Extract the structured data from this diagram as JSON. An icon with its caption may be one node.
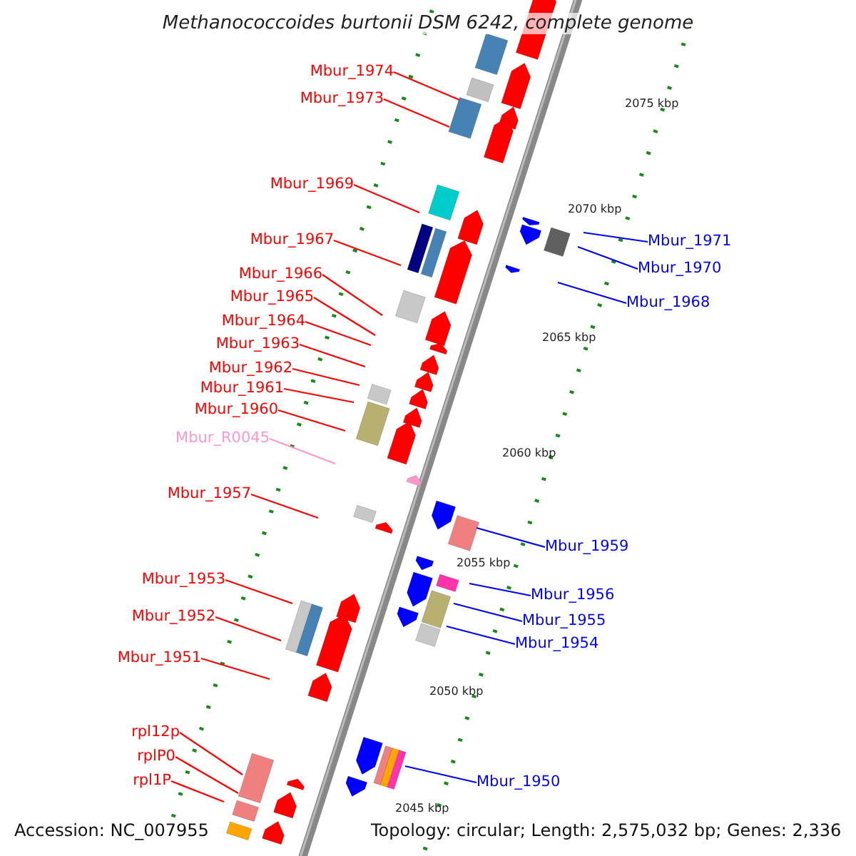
{
  "diagram": {
    "title": "Methanococcoides burtonii DSM 6242, complete genome",
    "nodes": [
      {
        "text": [
          "Mbur_1974"
        ]
      },
      {
        "text": [
          "Mbur_1973"
        ]
      },
      {
        "text": [
          "Mbur_1969"
        ]
      },
      {
        "text": [
          "Mbur_1967"
        ]
      },
      {
        "text": [
          "Mbur_1966"
        ]
      },
      {
        "text": [
          "Mbur_1965"
        ]
      },
      {
        "text": [
          "Mbur_1964"
        ]
      },
      {
        "text": [
          "Mbur_1963"
        ]
      },
      {
        "text": [
          "Mbur_1962"
        ]
      },
      {
        "text": [
          "Mbur_1961"
        ]
      },
      {
        "text": [
          "Mbur_1960"
        ]
      },
      {
        "text": [
          "Mbur_R0045"
        ]
      },
      {
        "text": [
          "Mbur_1957"
        ]
      },
      {
        "text": [
          "Mbur_1953"
        ]
      },
      {
        "text": [
          "Mbur_1952"
        ]
      },
      {
        "text": [
          "Mbur_1951"
        ]
      },
      {
        "text": [
          "rpl12p"
        ]
      },
      {
        "text": [
          "rplP0"
        ]
      },
      {
        "text": [
          "rpl1P"
        ]
      },
      {
        "text": [
          "Mbur_1971"
        ]
      },
      {
        "text": [
          "Mbur_1970"
        ]
      },
      {
        "text": [
          "Mbur_1968"
        ]
      },
      {
        "text": [
          "Mbur_1959"
        ]
      },
      {
        "text": [
          "Mbur_1956"
        ]
      },
      {
        "text": [
          "Mbur_1955"
        ]
      },
      {
        "text": [
          "Mbur_1954"
        ]
      },
      {
        "text": [
          "Mbur_1950"
        ]
      }
    ],
    "edges": [
      {
        "from": 0,
        "to": null,
        "arrow": "none"
      },
      {
        "from": 1,
        "to": null,
        "arrow": "none"
      },
      {
        "from": 2,
        "to": null,
        "arrow": "none"
      },
      {
        "from": 3,
        "to": null,
        "arrow": "none"
      },
      {
        "from": 4,
        "to": null,
        "arrow": "none"
      },
      {
        "from": 5,
        "to": null,
        "arrow": "none"
      },
      {
        "from": 6,
        "to": null,
        "arrow": "none"
      },
      {
        "from": 7,
        "to": null,
        "arrow": "none"
      },
      {
        "from": 8,
        "to": null,
        "arrow": "none"
      },
      {
        "from": 9,
        "to": null,
        "arrow": "none"
      },
      {
        "from": 10,
        "to": null,
        "arrow": "none"
      },
      {
        "from": 11,
        "to": null,
        "arrow": "none",
        "color": "#ff99cc"
      },
      {
        "from": 12,
        "to": null,
        "arrow": "none"
      },
      {
        "from": 13,
        "to": null,
        "arrow": "none"
      },
      {
        "from": 14,
        "to": null,
        "arrow": "none"
      },
      {
        "from": 15,
        "to": null,
        "arrow": "none"
      },
      {
        "from": 16,
        "to": null,
        "arrow": "none"
      },
      {
        "from": 17,
        "to": null,
        "arrow": "none"
      },
      {
        "from": 18,
        "to": null,
        "arrow": "none"
      },
      {
        "from": 19,
        "to": null,
        "arrow": "none",
        "color": "#0000ff"
      },
      {
        "from": 20,
        "to": null,
        "arrow": "none",
        "color": "#0000ff"
      },
      {
        "from": 21,
        "to": null,
        "arrow": "none",
        "color": "#0000ff"
      },
      {
        "from": 22,
        "to": null,
        "arrow": "none",
        "color": "#0000ff"
      },
      {
        "from": 23,
        "to": null,
        "arrow": "none",
        "color": "#0000ff"
      },
      {
        "from": 24,
        "to": null,
        "arrow": "none",
        "color": "#0000ff"
      },
      {
        "from": 25,
        "to": null,
        "arrow": "none",
        "color": "#0000ff"
      },
      {
        "from": 26,
        "to": null,
        "arrow": "none",
        "color": "#0000ff"
      }
    ],
    "labels": [
      "2075 kbp",
      "2070 kbp",
      "2065 kbp",
      "2060 kbp",
      "2055 kbp",
      "2050 kbp",
      "2045 kbp",
      "Accession: NC_007955",
      "Topology: circular; Length: 2,575,032 bp; Genes: 2,336"
    ]
  }
}
